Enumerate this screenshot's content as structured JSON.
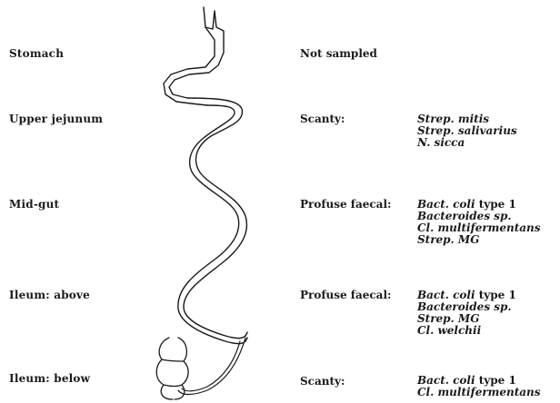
{
  "rows": [
    {
      "region": "Stomach",
      "status": "Not sampled",
      "organisms": []
    },
    {
      "region": "Upper jejunum",
      "status": "Scanty:",
      "organisms": [
        {
          "genus": "Strep. mitis",
          "suffix": ""
        },
        {
          "genus": "Strep. salivarius",
          "suffix": ""
        },
        {
          "genus": "N. sicca",
          "suffix": ""
        }
      ]
    },
    {
      "region": "Mid-gut",
      "status": "Profuse faecal:",
      "organisms": [
        {
          "genus": "Bact. coli",
          "suffix": " type 1"
        },
        {
          "genus": "Bacteroides sp.",
          "suffix": ""
        },
        {
          "genus": "Cl. multifermentans",
          "suffix": ""
        },
        {
          "genus": "Strep. MG",
          "suffix": ""
        }
      ]
    },
    {
      "region": "Ileum: above",
      "status": "Profuse faecal:",
      "organisms": [
        {
          "genus": "Bact. coli",
          "suffix": " type 1"
        },
        {
          "genus": "Bacteroides sp.",
          "suffix": ""
        },
        {
          "genus": "Strep. MG",
          "suffix": ""
        },
        {
          "genus": "Cl. welchii",
          "suffix": ""
        }
      ]
    },
    {
      "region": "Ileum: below",
      "status": "Scanty:",
      "organisms": [
        {
          "genus": "Bact. coli",
          "suffix": " type 1"
        },
        {
          "genus": "Cl. multifermentans",
          "suffix": ""
        }
      ]
    }
  ]
}
